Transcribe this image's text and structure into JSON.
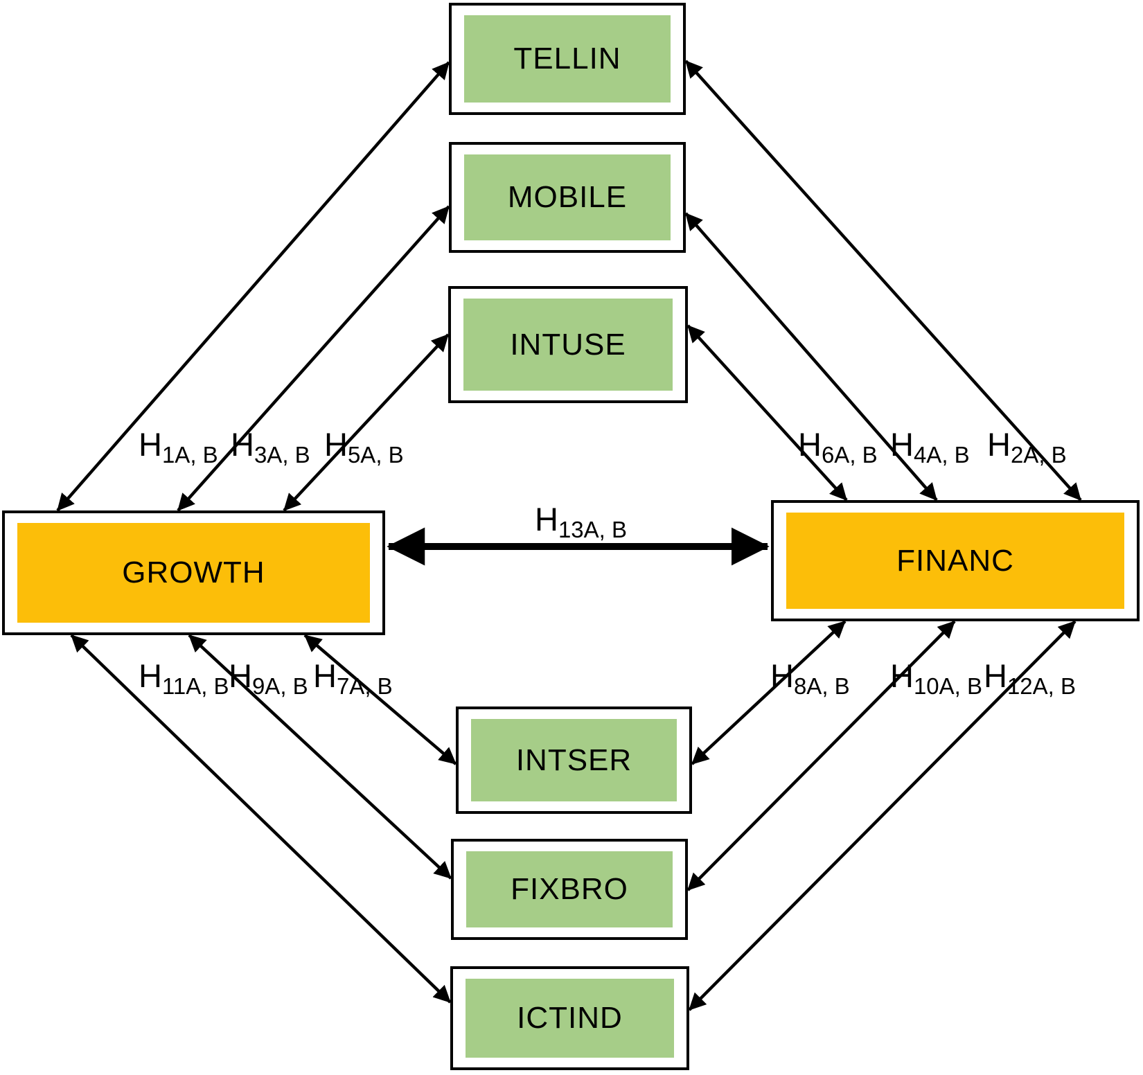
{
  "diagram_type": "structural-model-hypotheses",
  "colors": {
    "background": "#ffffff",
    "indicator_fill": "#a6cd88",
    "latent_fill": "#fcbe09",
    "node_border": "#000000",
    "arrow": "#000000"
  },
  "nodes": {
    "tellin": {
      "label": "TELLIN",
      "type": "indicator"
    },
    "mobile": {
      "label": "MOBILE",
      "type": "indicator"
    },
    "intuse": {
      "label": "INTUSE",
      "type": "indicator"
    },
    "growth": {
      "label": "GROWTH",
      "type": "latent"
    },
    "financ": {
      "label": "FINANC",
      "type": "latent"
    },
    "intser": {
      "label": "INTSER",
      "type": "indicator"
    },
    "fixbro": {
      "label": "FIXBRO",
      "type": "indicator"
    },
    "ictind": {
      "label": "ICTIND",
      "type": "indicator"
    }
  },
  "hypotheses": {
    "h1": {
      "main": "H",
      "sub": "1A, B"
    },
    "h2": {
      "main": "H",
      "sub": "2A, B"
    },
    "h3": {
      "main": "H",
      "sub": "3A, B"
    },
    "h4": {
      "main": "H",
      "sub": "4A, B"
    },
    "h5": {
      "main": "H",
      "sub": "5A, B"
    },
    "h6": {
      "main": "H",
      "sub": "6A, B"
    },
    "h7": {
      "main": "H",
      "sub": "7A, B"
    },
    "h8": {
      "main": "H",
      "sub": "8A, B"
    },
    "h9": {
      "main": "H",
      "sub": "9A, B"
    },
    "h10": {
      "main": "H",
      "sub": "10A, B"
    },
    "h11": {
      "main": "H",
      "sub": "11A, B"
    },
    "h12": {
      "main": "H",
      "sub": "12A, B"
    },
    "h13": {
      "main": "H",
      "sub": "13A, B"
    }
  },
  "edges": [
    {
      "hypothesis": "H1A, B",
      "between": [
        "GROWTH",
        "TELLIN"
      ],
      "bidirectional": true
    },
    {
      "hypothesis": "H2A, B",
      "between": [
        "FINANC",
        "TELLIN"
      ],
      "bidirectional": true
    },
    {
      "hypothesis": "H3A, B",
      "between": [
        "GROWTH",
        "MOBILE"
      ],
      "bidirectional": true
    },
    {
      "hypothesis": "H4A, B",
      "between": [
        "FINANC",
        "MOBILE"
      ],
      "bidirectional": true
    },
    {
      "hypothesis": "H5A, B",
      "between": [
        "GROWTH",
        "INTUSE"
      ],
      "bidirectional": true
    },
    {
      "hypothesis": "H6A, B",
      "between": [
        "FINANC",
        "INTUSE"
      ],
      "bidirectional": true
    },
    {
      "hypothesis": "H7A, B",
      "between": [
        "GROWTH",
        "INTSER"
      ],
      "bidirectional": true
    },
    {
      "hypothesis": "H8A, B",
      "between": [
        "FINANC",
        "INTSER"
      ],
      "bidirectional": true
    },
    {
      "hypothesis": "H9A, B",
      "between": [
        "GROWTH",
        "FIXBRO"
      ],
      "bidirectional": true
    },
    {
      "hypothesis": "H10A, B",
      "between": [
        "FINANC",
        "FIXBRO"
      ],
      "bidirectional": true
    },
    {
      "hypothesis": "H11A, B",
      "between": [
        "GROWTH",
        "ICTIND"
      ],
      "bidirectional": true
    },
    {
      "hypothesis": "H12A, B",
      "between": [
        "FINANC",
        "ICTIND"
      ],
      "bidirectional": true
    },
    {
      "hypothesis": "H13A, B",
      "between": [
        "GROWTH",
        "FINANC"
      ],
      "bidirectional": true
    }
  ]
}
